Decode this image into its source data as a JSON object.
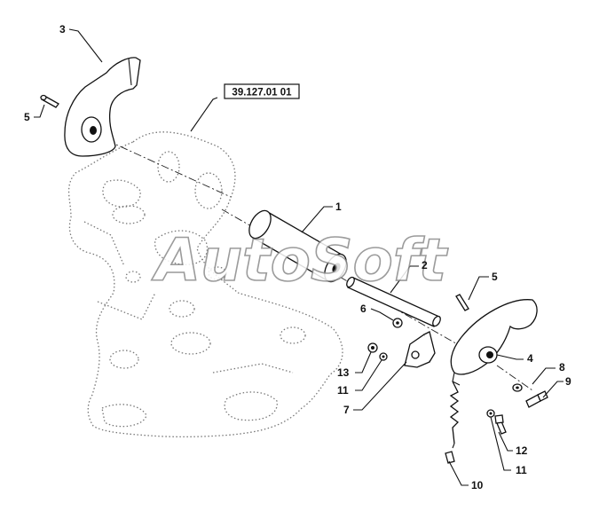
{
  "watermark": "AutoSoft",
  "reference_box": "39.127.01 01",
  "callouts": {
    "c1": "1",
    "c2": "2",
    "c3": "3",
    "c4": "4",
    "c5a": "5",
    "c5b": "5",
    "c6": "6",
    "c7": "7",
    "c8": "8",
    "c9": "9",
    "c10": "10",
    "c11a": "11",
    "c11b": "11",
    "c12": "12",
    "c13": "13"
  }
}
